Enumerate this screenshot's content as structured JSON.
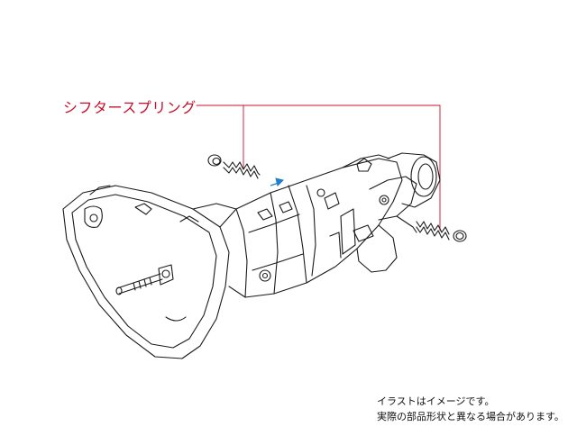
{
  "callout": {
    "label": "シフタースプリング",
    "color": "#c8102e"
  },
  "notes": {
    "line1": "イラストはイメージです。",
    "line2": "実際の部品形状と異なる場合があります。"
  },
  "arrow_color": "#1f7fc8",
  "line_color": "#1a1a1a"
}
